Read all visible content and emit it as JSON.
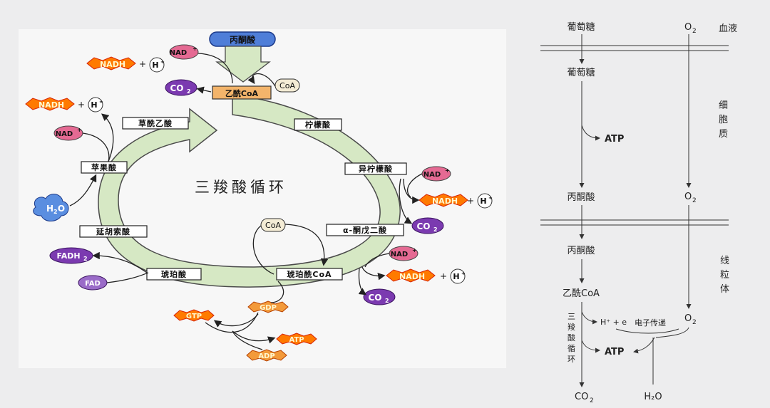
{
  "cycle": {
    "title": "三羧酸循环",
    "pyruvate": "丙酮酸",
    "acetyl_coa": "乙酰CoA",
    "coa": "CoA",
    "citrate": "柠檬酸",
    "isocitrate": "异柠檬酸",
    "ketoglutarate": "α-酮戊二酸",
    "succinyl_coa": "琥珀酰CoA",
    "succinate": "琥珀酸",
    "fumarate": "延胡索酸",
    "malate": "苹果酸",
    "oxaloacetate": "草酰乙酸",
    "nad": "NAD",
    "nad_sup": "+",
    "nadh": "NADH",
    "plus": "+",
    "h": "H",
    "h_sup": "+",
    "co": "CO",
    "co_sub": "2",
    "fad": "FAD",
    "fadh": "FADH",
    "fadh_sub": "2",
    "h2o_h": "H",
    "h2o_sub": "2",
    "h2o_o": "O",
    "gtp": "GTP",
    "gdp": "GDP",
    "atp": "ATP",
    "adp": "ADP"
  },
  "pathway": {
    "glucose_blood": "葡萄糖",
    "o2_blood": "O",
    "o2_sub": "2",
    "region_blood": "血液",
    "glucose_cyto": "葡萄糖",
    "atp": "ATP",
    "pyruvate_cyto": "丙酮酸",
    "o2_cyto": "O",
    "region_cytoplasm": [
      "细",
      "胞",
      "质"
    ],
    "pyruvate_mito": "丙酮酸",
    "acetyl_coa": "乙酰CoA",
    "region_mito": [
      "线",
      "粒",
      "体"
    ],
    "tca_vertical": [
      "三",
      "羧",
      "酸",
      "循",
      "环"
    ],
    "h_plus_e": "H⁺ + e",
    "electron_transport": "电子传递",
    "o2_mito": "O",
    "atp_final": "ATP",
    "co2": "CO",
    "co2_sub": "2",
    "h2o": "H₂O"
  },
  "colors": {
    "ring_fill": "#d6e8c4",
    "nadh_fill": "#ff7a00",
    "nad_fill": "#e56a93",
    "co2_fill": "#7b3ab0",
    "h2o_fill": "#5a8ee0",
    "pyruvate_fill": "#4f7ed8",
    "acetyl_fill": "#f3b46b"
  }
}
